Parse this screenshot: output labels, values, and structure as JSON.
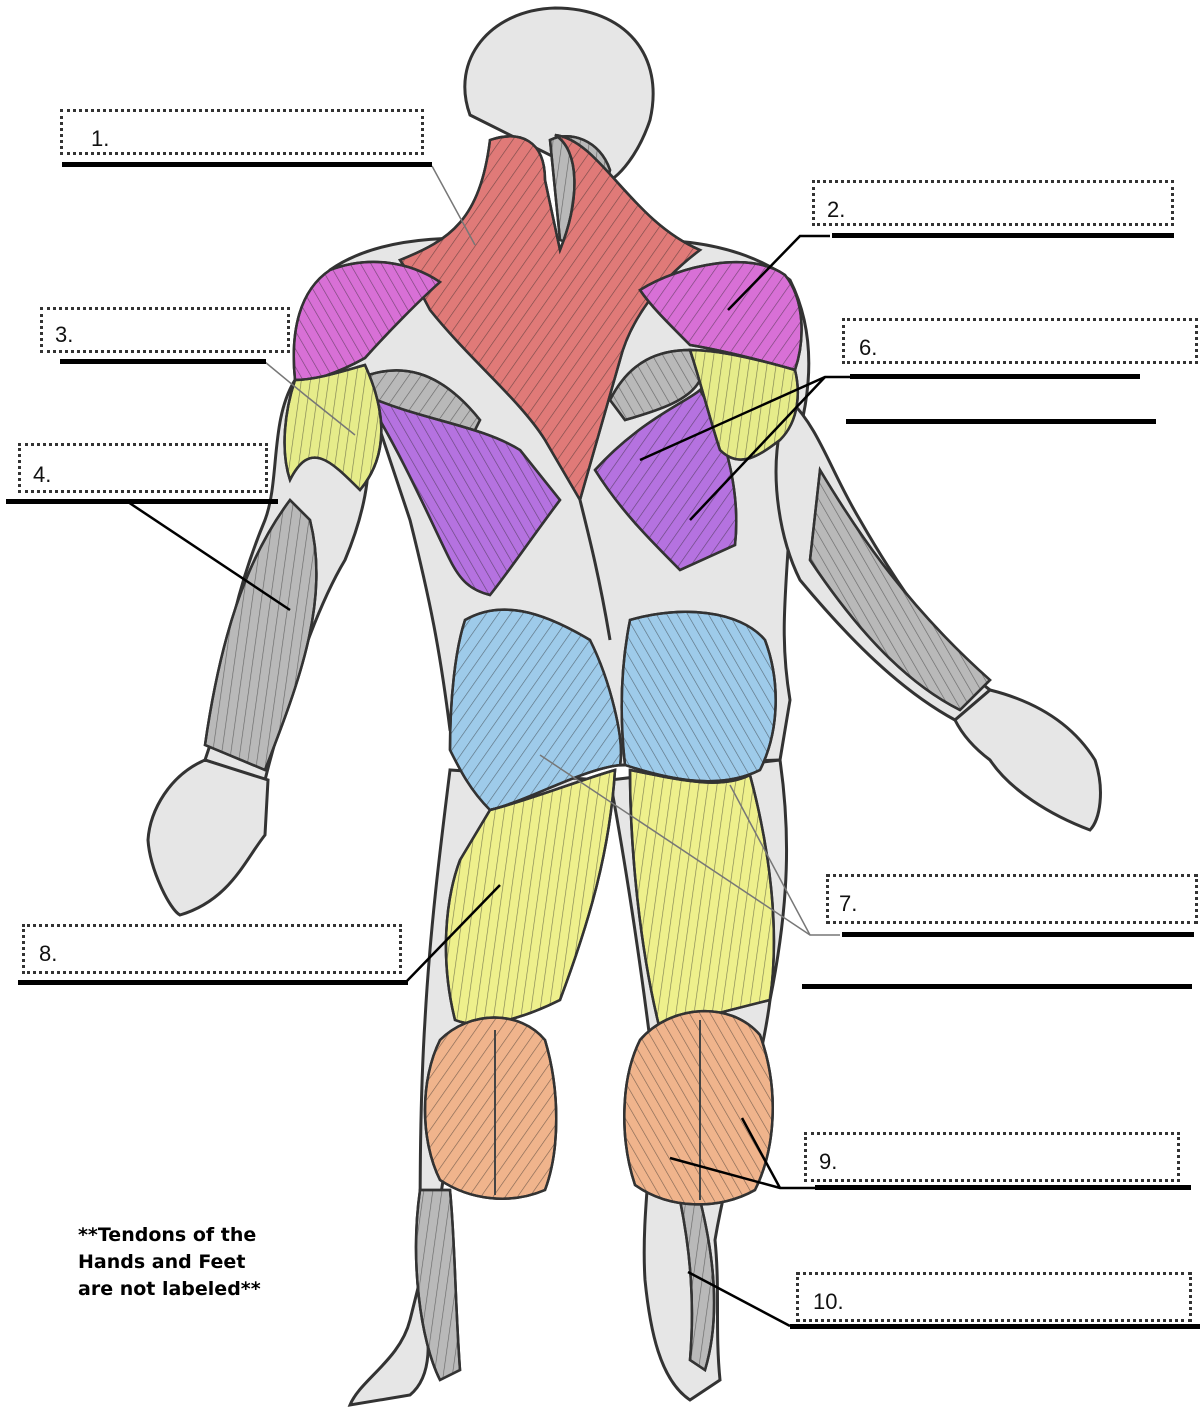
{
  "labels": [
    {
      "id": 1,
      "text": "1."
    },
    {
      "id": 2,
      "text": "2."
    },
    {
      "id": 3,
      "text": "3."
    },
    {
      "id": 4,
      "text": "4."
    },
    {
      "id": 6,
      "text": "6."
    },
    {
      "id": 7,
      "text": "7."
    },
    {
      "id": 8,
      "text": "8."
    },
    {
      "id": 9,
      "text": "9."
    },
    {
      "id": 10,
      "text": "10."
    }
  ],
  "note": "**Tendons of the\nHands and Feet\nare not labeled**",
  "colors": {
    "trapezius": "#e07a78",
    "deltoid": "#d870d6",
    "latissimus": "#b572e0",
    "triceps": "#e6ec8a",
    "gluteus": "#9ecbea",
    "hamstrings": "#eef08c",
    "gastrocnemius": "#f0b48c",
    "skin": "#e6e6e6",
    "muscle_gray": "#b9b9b9",
    "outline": "#333333"
  }
}
